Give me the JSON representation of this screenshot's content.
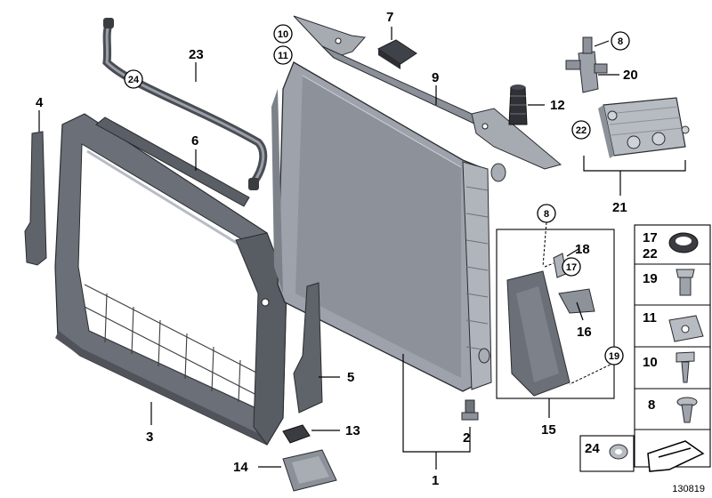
{
  "diagram": {
    "reference_number": "130819",
    "callouts": {
      "c1": "1",
      "c2": "2",
      "c3": "3",
      "c4": "4",
      "c5": "5",
      "c6": "6",
      "c7": "7",
      "c8a": "8",
      "c8b": "8",
      "c9": "9",
      "c10": "10",
      "c11": "11",
      "c12": "12",
      "c13": "13",
      "c14": "14",
      "c15": "15",
      "c16": "16",
      "c17": "17",
      "c18": "18",
      "c19": "19",
      "c20": "20",
      "c21": "21",
      "c22": "22",
      "c23": "23",
      "c24": "24"
    },
    "legend_panel": {
      "r1a": "17",
      "r1b": "22",
      "r2": "19",
      "r3": "11",
      "r4": "10",
      "r5": "8",
      "r6": "24"
    }
  }
}
